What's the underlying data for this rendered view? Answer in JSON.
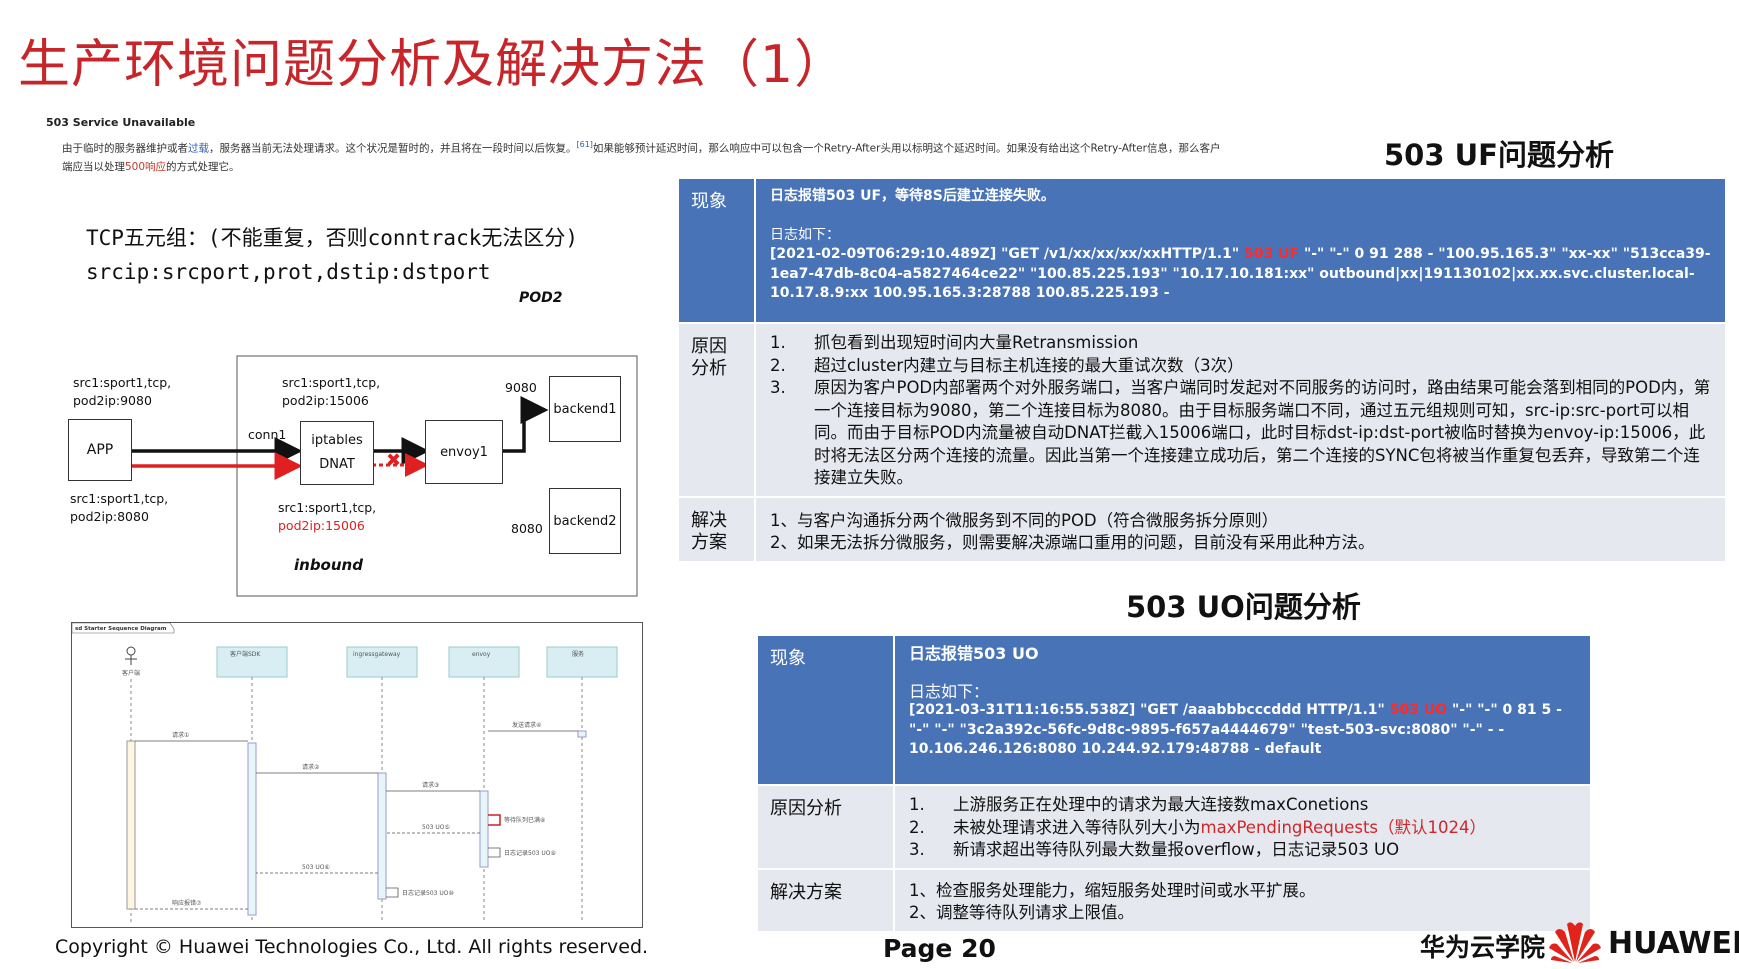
{
  "title": "生产环境问题分析及解决方法（1）",
  "reference": {
    "heading": "503 Service Unavailable",
    "line1_a": "由于临时的服务器维护或者",
    "line1_link": "过载",
    "line1_b": "，服务器当前无法处理请求。这个状况是暂时的，并且将在一段时间以后恢复。",
    "cite": "[61]",
    "line1_c": "如果能够预计延迟时间，那么响应中可以包含一个Retry-After头用以标明这个延迟时间。如果没有给出这个Retry-After信息，那么客户",
    "line2_a": "端应当以处理",
    "line2_link": "500响应",
    "line2_b": "的方式处理它。"
  },
  "tcp": {
    "line1": "TCP五元组：(不能重复，否则conntrack无法区分)",
    "line2": "srcip:srcport,prot,dstip:dstport"
  },
  "diagram": {
    "pod_label": "POD2",
    "inbound_label": "inbound",
    "app": "APP",
    "src_top_1": "src1:sport1,tcp,",
    "src_top_2": "pod2ip:9080",
    "src_bot_1": "src1:sport1,tcp,",
    "src_bot_2": "pod2ip:8080",
    "mid_top_1": "src1:sport1,tcp,",
    "mid_top_2": "pod2ip:15006",
    "mid_bot_1": "src1:sport1,tcp,",
    "mid_bot_2": "pod2ip:15006",
    "conn1": "conn1",
    "iptables_1": "iptables",
    "iptables_2": "DNAT",
    "envoy": "envoy1",
    "port_9080": "9080",
    "port_8080": "8080",
    "backend1": "backend1",
    "backend2": "backend2",
    "x_mark": "✖",
    "colors": {
      "red_arrow": "#e02020",
      "black": "#111111"
    }
  },
  "sequence": {
    "frame_title": "sd Starter Sequence Diagram",
    "actor": "客户端",
    "participants": [
      "客户端SDK",
      "ingressgateway",
      "envoy",
      "服务"
    ],
    "messages": [
      "请求①",
      "请求②",
      "请求③",
      "发送请求④",
      "503 UO⑤",
      "503 UO⑥",
      "响应报错⑦",
      "等待队列已满⑧",
      "日志记录503 UO⑨",
      "日志记录503 UO⑩"
    ]
  },
  "uf": {
    "title": "503 UF问题分析",
    "phenomenon_label": "现象",
    "phenomenon_text": "日志报错503 UF，等待8S后建立连接失败。",
    "log_intro": "日志如下：",
    "log_pre": "[2021-02-09T06:29:10.489Z] \"GET /v1/xx/xx/xx/xxHTTP/1.1\" ",
    "log_code": "503 UF",
    "log_post": " \"-\" \"-\" 0 91 288 - \"100.95.165.3\" \"xx-xx\" \"513cca39-1ea7-47db-8c04-a5827464ce22\" \"100.85.225.193\" \"10.17.10.181:xx\" outbound|xx|191130102|xx.xx.svc.cluster.local- 10.17.8.9:xx 100.95.165.3:28788 100.85.225.193 -",
    "cause_label": "原因\n分析",
    "causes": [
      {
        "n": "1.",
        "t": "抓包看到出现短时间内大量Retransmission"
      },
      {
        "n": "2.",
        "t": "超过cluster内建立与目标主机连接的最大重试次数（3次）"
      },
      {
        "n": "3.",
        "t": "原因为客户POD内部署两个对外服务端口，当客户端同时发起对不同服务的访问时，路由结果可能会落到相同的POD内，第一个连接目标为9080，第二个连接目标为8080。由于目标服务端口不同，通过五元组规则可知，src-ip:src-port可以相同。而由于目标POD内流量被自动DNAT拦截入15006端口，此时目标dst-ip:dst-port被临时替换为envoy-ip:15006，此时将无法区分两个连接的流量。因此当第一个连接建立成功后，第二个连接的SYNC包将被当作重复包丢弃，导致第二个连接建立失败。"
      }
    ],
    "solution_label": "解决\n方案",
    "solutions": [
      "1、与客户沟通拆分两个微服务到不同的POD（符合微服务拆分原则）",
      "2、如果无法拆分微服务，则需要解决源端口重用的问题，目前没有采用此种方法。"
    ]
  },
  "uo": {
    "title": "503 UO问题分析",
    "phenomenon_label": "现象",
    "phenomenon_text": "日志报错503 UO",
    "log_intro": "日志如下：",
    "log_pre": "[2021-03-31T11:16:55.538Z] \"GET /aaabbbcccddd HTTP/1.1\" ",
    "log_code": "503 UO",
    "log_post": " \"-\" \"-\" 0 81 5 - \"-\" \"-\" \"3c2a392c-56fc-9d8c-9895-f657a4444679\" \"test-503-svc:8080\" \"-\" - - 10.106.246.126:8080 10.244.92.179:48788 - default",
    "cause_label": "原因分析",
    "causes": [
      {
        "n": "1.",
        "t": "上游服务正在处理中的请求为最大连接数maxConetions"
      },
      {
        "n": "2.",
        "t_pre": "未被处理请求进入等待队列大小为",
        "t_red": "maxPendingRequests（默认1024）"
      },
      {
        "n": "3.",
        "t": "新请求超出等待队列最大数量报overflow，日志记录503 UO"
      }
    ],
    "solution_label": "解决方案",
    "solutions": [
      "1、检查服务处理能力，缩短服务处理时间或水平扩展。",
      "2、调整等待队列请求上限值。"
    ]
  },
  "footer": {
    "copyright": "Copyright © Huawei Technologies Co., Ltd. All rights reserved.",
    "page": "Page 20",
    "brand_cn": "华为云学院",
    "brand_en": "HUAWEI",
    "logo_color": "#e0241b"
  }
}
